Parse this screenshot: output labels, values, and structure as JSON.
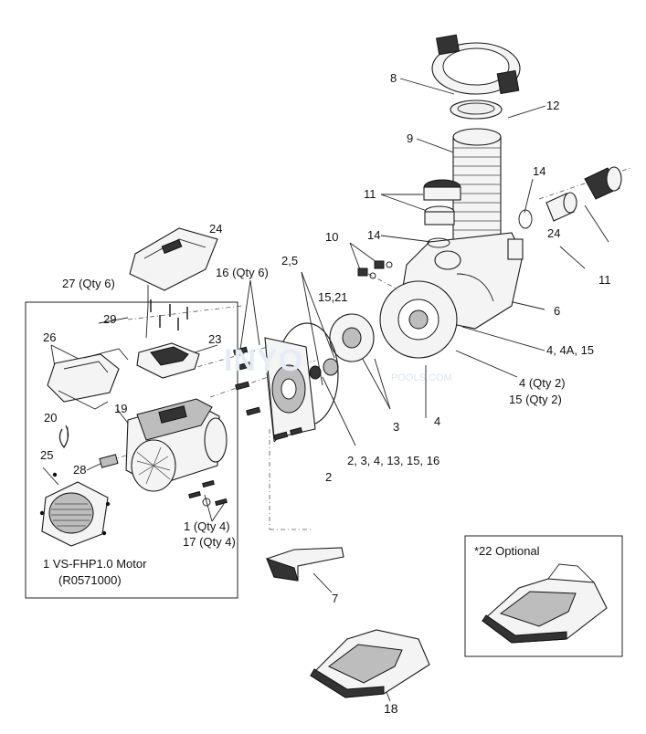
{
  "labels": {
    "l8": "8",
    "l12": "12",
    "l9": "9",
    "l14a": "14",
    "l11a": "11",
    "l11b": "11",
    "l14b": "14",
    "l10": "10",
    "l24": "24",
    "l25top": "2,5",
    "l16": "16 (Qty 6)",
    "l27": "27 (Qty 6)",
    "l1521": "15,21",
    "l6": "6",
    "l29": "29",
    "l26": "26",
    "l23": "23",
    "l44a15": "4, 4A, 15",
    "l4qty2": "4 (Qty 2)",
    "l15qty2": "15 (Qty 2)",
    "l19": "19",
    "l20": "20",
    "l3": "3",
    "l4": "4",
    "l25": "25",
    "l28": "28",
    "l2list": "2, 3, 4, 13, 15, 16",
    "l2": "2",
    "l1qty4": "1 (Qty 4)",
    "l17qty4": "17 (Qty 4)",
    "motor_line1": "1  VS-FHP1.0 Motor",
    "motor_line2": "(R0571000)",
    "l7": "7",
    "optional": "*22 Optional",
    "l18": "18"
  },
  "watermark": {
    "main": "INYO",
    "sub": "POOLS.COM"
  }
}
